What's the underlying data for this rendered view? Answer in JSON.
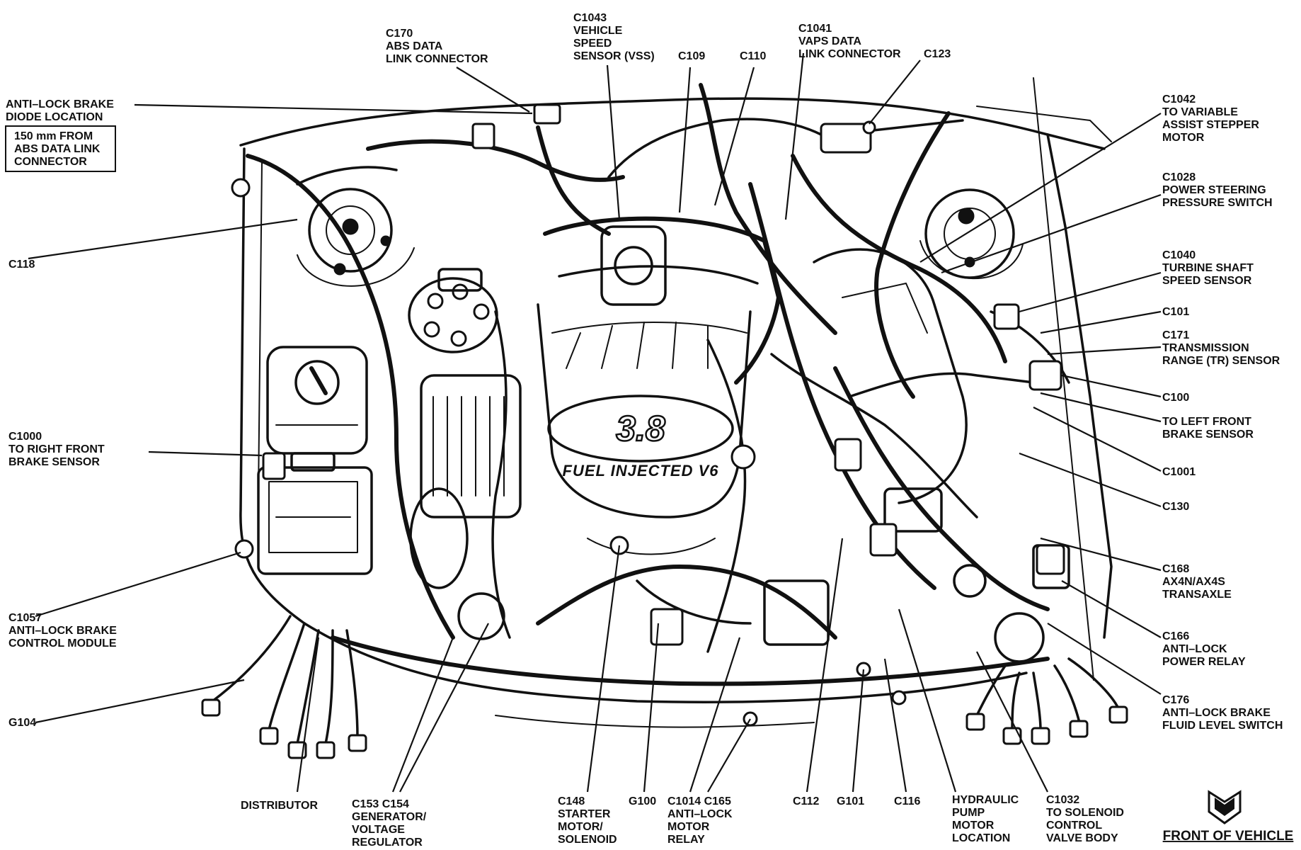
{
  "engine_cover": {
    "displacement": "3.8",
    "text": "FUEL INJECTED V6"
  },
  "front_of_vehicle": "FRONT OF VEHICLE",
  "note_box": [
    "150 mm FROM",
    "ABS DATA LINK",
    "CONNECTOR"
  ],
  "labels": {
    "anti_lock_diode": [
      "ANTI–LOCK BRAKE",
      "DIODE LOCATION"
    ],
    "c170": [
      "C170",
      "ABS DATA",
      "LINK CONNECTOR"
    ],
    "c1043": [
      "C1043",
      "VEHICLE",
      "SPEED",
      "SENSOR (VSS)"
    ],
    "c109": [
      "C109"
    ],
    "c110": [
      "C110"
    ],
    "c1041": [
      "C1041",
      "VAPS DATA",
      "LINK CONNECTOR"
    ],
    "c123": [
      "C123"
    ],
    "c1042": [
      "C1042",
      "TO VARIABLE",
      "ASSIST STEPPER",
      "MOTOR"
    ],
    "c1028": [
      "C1028",
      "POWER STEERING",
      "PRESSURE SWITCH"
    ],
    "c118": [
      "C118"
    ],
    "c1040": [
      "C1040",
      "TURBINE SHAFT",
      "SPEED SENSOR"
    ],
    "c101": [
      "C101"
    ],
    "c171": [
      "C171",
      "TRANSMISSION",
      "RANGE (TR) SENSOR"
    ],
    "c100": [
      "C100"
    ],
    "left_front_brake": [
      "TO LEFT FRONT",
      "BRAKE SENSOR"
    ],
    "c1000": [
      "C1000",
      "TO RIGHT FRONT",
      "BRAKE SENSOR"
    ],
    "c1001": [
      "C1001"
    ],
    "c130": [
      "C130"
    ],
    "c168": [
      "C168",
      "AX4N/AX4S",
      "TRANSAXLE"
    ],
    "c1057": [
      "C1057",
      "ANTI–LOCK BRAKE",
      "CONTROL MODULE"
    ],
    "c166": [
      "C166",
      "ANTI–LOCK",
      "POWER RELAY"
    ],
    "c176": [
      "C176",
      "ANTI–LOCK BRAKE",
      "FLUID LEVEL SWITCH"
    ],
    "g104": [
      "G104"
    ],
    "distributor": [
      "DISTRIBUTOR"
    ],
    "c153_c154": [
      "C153 C154",
      "GENERATOR/",
      "VOLTAGE",
      "REGULATOR"
    ],
    "c148": [
      "C148",
      "STARTER",
      "MOTOR/",
      "SOLENOID"
    ],
    "g100": [
      "G100"
    ],
    "c1014_c165": [
      "C1014 C165",
      "ANTI–LOCK",
      "MOTOR",
      "RELAY"
    ],
    "c112": [
      "C112"
    ],
    "g101": [
      "G101"
    ],
    "c116": [
      "C116"
    ],
    "hydraulic_pump": [
      "HYDRAULIC",
      "PUMP",
      "MOTOR",
      "LOCATION"
    ],
    "c1032": [
      "C1032",
      "TO SOLENOID",
      "CONTROL",
      "VALVE BODY"
    ]
  }
}
